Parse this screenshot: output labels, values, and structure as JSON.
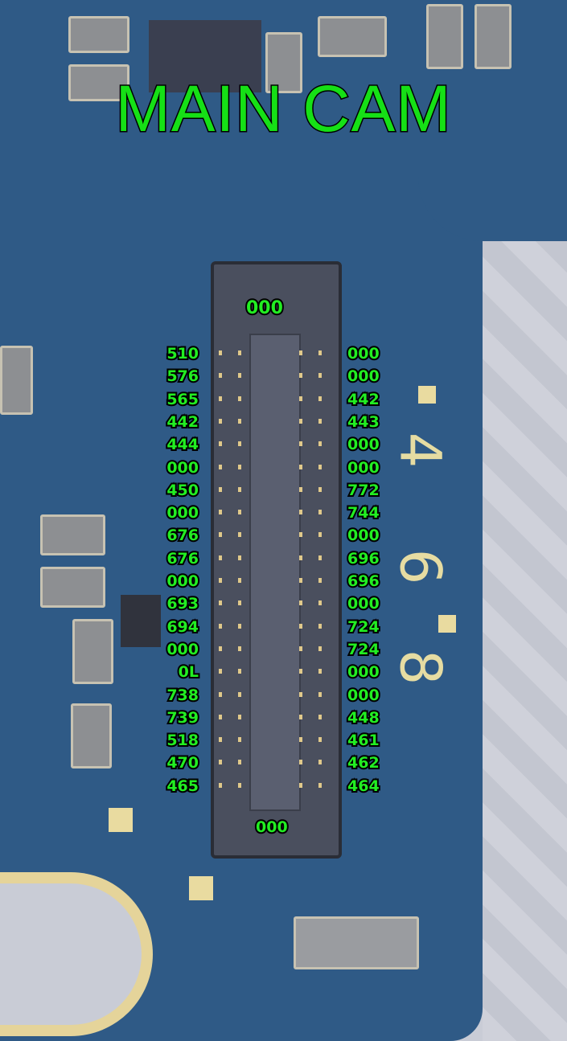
{
  "title": "MAIN CAM",
  "top_value": "000",
  "bottom_value": "000",
  "left_column": [
    "510",
    "576",
    "565",
    "442",
    "444",
    "000",
    "450",
    "000",
    "676",
    "676",
    "000",
    "693",
    "694",
    "000",
    "0L",
    "738",
    "739",
    "518",
    "470",
    "465"
  ],
  "right_column": [
    "000",
    "000",
    "442",
    "443",
    "000",
    "000",
    "772",
    "744",
    "000",
    "696",
    "696",
    "000",
    "724",
    "724",
    "000",
    "000",
    "448",
    "461",
    "462",
    "464"
  ],
  "silkscreen": [
    "4",
    "6",
    "8"
  ],
  "colors": {
    "label": "#22ee22",
    "board": "#2f5a86"
  }
}
